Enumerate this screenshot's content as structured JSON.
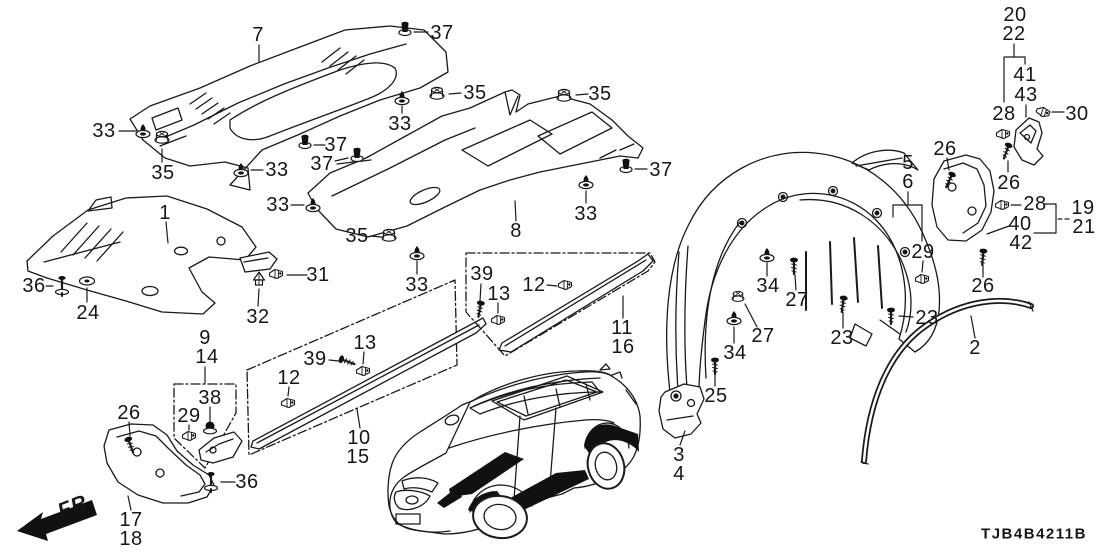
{
  "diagram": {
    "code": "TJB4B4211B",
    "direction_label": "FR.",
    "callouts": [
      {
        "label": "7"
      },
      {
        "label": "37"
      },
      {
        "label": "33"
      },
      {
        "label": "35"
      },
      {
        "label": "35"
      },
      {
        "label": "35"
      },
      {
        "label": "33"
      },
      {
        "label": "37"
      },
      {
        "label": "37"
      },
      {
        "label": "33"
      },
      {
        "label": "33"
      },
      {
        "label": "35"
      },
      {
        "label": "33"
      },
      {
        "label": "33"
      },
      {
        "label": "37"
      },
      {
        "label": "8"
      },
      {
        "label": "1"
      },
      {
        "label": "36"
      },
      {
        "label": "24"
      },
      {
        "label": "31"
      },
      {
        "label": "32"
      },
      {
        "label": "9"
      },
      {
        "label": "14"
      },
      {
        "label": "38"
      },
      {
        "label": "29"
      },
      {
        "label": "26"
      },
      {
        "label": "17"
      },
      {
        "label": "18"
      },
      {
        "label": "36"
      },
      {
        "label": "12"
      },
      {
        "label": "39"
      },
      {
        "label": "13"
      },
      {
        "label": "10"
      },
      {
        "label": "15"
      },
      {
        "label": "39"
      },
      {
        "label": "13"
      },
      {
        "label": "12"
      },
      {
        "label": "11"
      },
      {
        "label": "16"
      },
      {
        "label": "5"
      },
      {
        "label": "6"
      },
      {
        "label": "29"
      },
      {
        "label": "34"
      },
      {
        "label": "27"
      },
      {
        "label": "27"
      },
      {
        "label": "34"
      },
      {
        "label": "23"
      },
      {
        "label": "25"
      },
      {
        "label": "3"
      },
      {
        "label": "4"
      },
      {
        "label": "23"
      },
      {
        "label": "2"
      },
      {
        "label": "20"
      },
      {
        "label": "22"
      },
      {
        "label": "41"
      },
      {
        "label": "43"
      },
      {
        "label": "28"
      },
      {
        "label": "30"
      },
      {
        "label": "26"
      },
      {
        "label": "26"
      },
      {
        "label": "28"
      },
      {
        "label": "40"
      },
      {
        "label": "42"
      },
      {
        "label": "19"
      },
      {
        "label": "21"
      },
      {
        "label": "26"
      }
    ]
  }
}
